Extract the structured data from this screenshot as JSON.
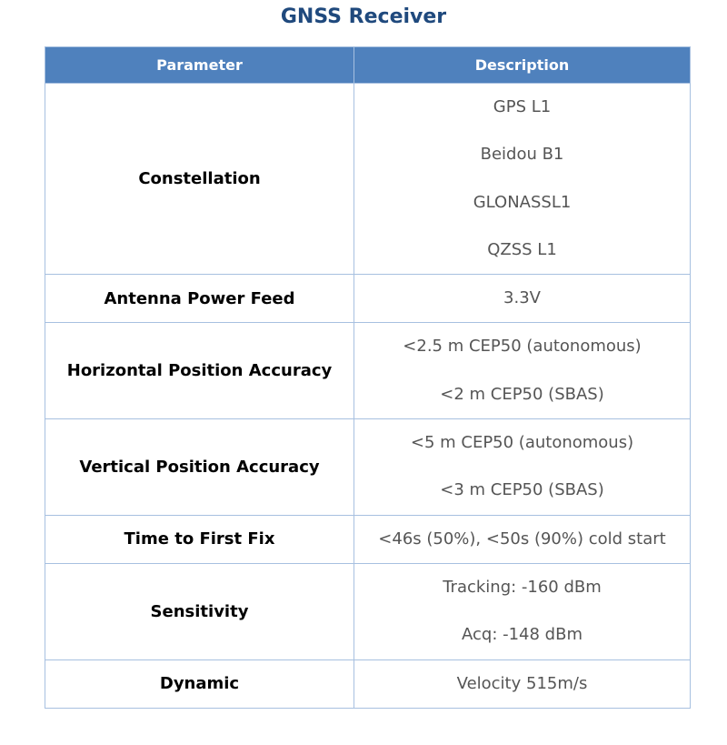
{
  "title": "GNSS Receiver",
  "headers": {
    "parameter": "Parameter",
    "description": "Description"
  },
  "rows": [
    {
      "parameter": "Constellation",
      "description": [
        "GPS L1",
        "Beidou B1",
        "GLONASSL1",
        "QZSS L1"
      ]
    },
    {
      "parameter": "Antenna Power Feed",
      "description": [
        "3.3V"
      ]
    },
    {
      "parameter": "Horizontal Position Accuracy",
      "description": [
        "<2.5 m CEP50 (autonomous)",
        "<2 m CEP50 (SBAS)"
      ]
    },
    {
      "parameter": "Vertical Position Accuracy",
      "description": [
        "<5 m CEP50 (autonomous)",
        "<3 m CEP50 (SBAS)"
      ]
    },
    {
      "parameter": "Time to First Fix",
      "description": [
        "<46s (50%), <50s (90%) cold start"
      ]
    },
    {
      "parameter": "Sensitivity",
      "description": [
        "Tracking: -160 dBm",
        "Acq: -148 dBm"
      ]
    },
    {
      "parameter": "Dynamic",
      "description": [
        "Velocity 515m/s"
      ]
    }
  ]
}
